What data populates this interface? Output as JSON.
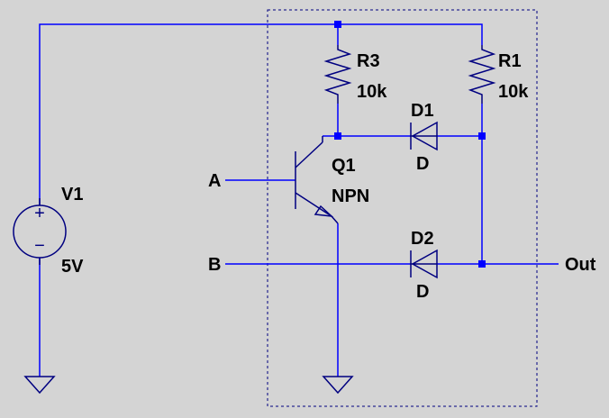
{
  "colors": {
    "background": "#d4d4d4",
    "wire": "#0000ff",
    "component": "#000080",
    "text": "#000000"
  },
  "components": {
    "v1": {
      "name": "V1",
      "value": "5V",
      "plus": "+",
      "minus": "−"
    },
    "r3": {
      "name": "R3",
      "value": "10k"
    },
    "r1": {
      "name": "R1",
      "value": "10k"
    },
    "d1": {
      "name": "D1",
      "value": "D"
    },
    "d2": {
      "name": "D2",
      "value": "D"
    },
    "q1": {
      "name": "Q1",
      "value": "NPN"
    }
  },
  "ports": {
    "a": "A",
    "b": "B",
    "out": "Out"
  }
}
